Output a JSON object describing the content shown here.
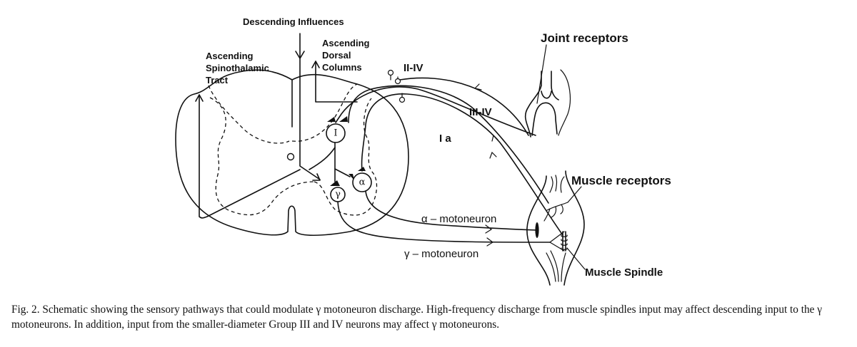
{
  "figure": {
    "labels": {
      "descending_influences": "Descending Influences",
      "ascending_spinothalamic": [
        "Ascending",
        "Spinothalamic",
        "Tract"
      ],
      "ascending_dorsal_columns": [
        "Ascending",
        "Dorsal",
        "Columns"
      ],
      "group_ii_iv": "II-IV",
      "group_iii_iv": "III-IV",
      "group_ia": "I a",
      "joint_receptors": "Joint receptors",
      "muscle_receptors": "Muscle receptors",
      "muscle_spindle": "Muscle Spindle",
      "alpha_motoneuron": "α – motoneuron",
      "gamma_motoneuron": "γ – motoneuron"
    },
    "cells": {
      "interneuron": "I",
      "alpha": "α",
      "gamma": "γ"
    }
  },
  "caption": {
    "text": "Fig. 2. Schematic showing the sensory pathways that could modulate γ motoneuron discharge. High-frequency discharge from muscle spindles input may affect descending input to the γ motoneurons. In addition, input from the smaller-diameter Group III and IV neurons may affect γ motoneurons."
  }
}
